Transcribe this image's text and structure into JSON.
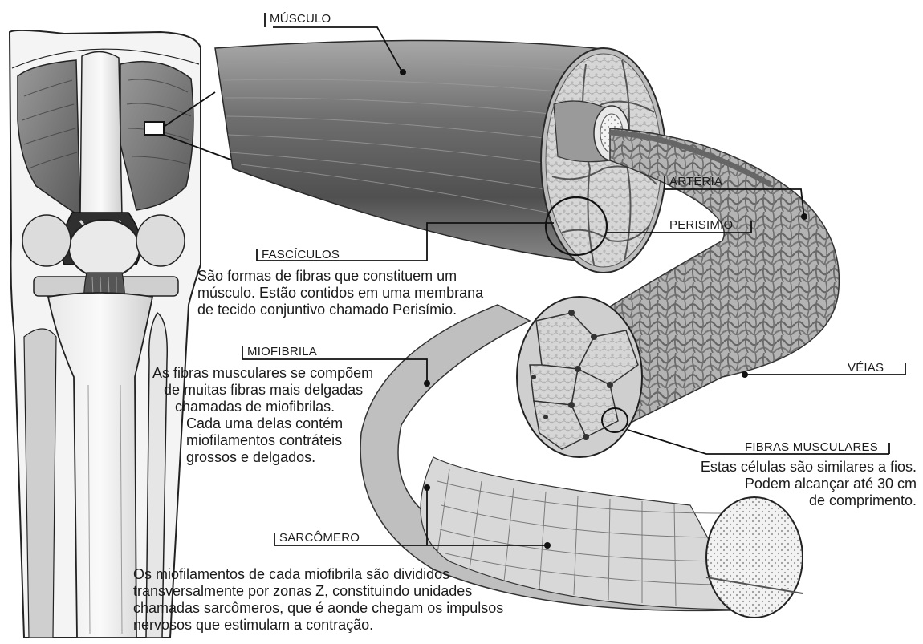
{
  "labels": {
    "musculo": "MÚSCULO",
    "arteria": "ARTÉRIA",
    "perisimio": "PERISIMIO",
    "fasciculos": "FASCÍCULOS",
    "miofibrila": "MIOFIBRILA",
    "veias": "VÉIAS",
    "fibras_musculares": "FIBRAS MUSCULARES",
    "sarcomero": "SARCÔMERO"
  },
  "descriptions": {
    "fasciculos": [
      "São formas de fibras que constituem um",
      "músculo. Estão contidos em uma membrana",
      "de tecido conjuntivo chamado Perisímio."
    ],
    "miofibrila": [
      "As fibras musculares se compõem",
      "de muitas fibras mais delgadas",
      "chamadas de miofibrilas.",
      "Cada uma delas contém",
      "miofilamentos contráteis",
      "grossos e delgados."
    ],
    "fibras_musculares": [
      "Estas células são similares a fios.",
      "Podem alcançar até 30 cm",
      "de comprimento."
    ],
    "sarcomero": [
      "Os miofilamentos de cada miofibrila são divididos",
      "transversalmente por zonas Z, constituindo unidades",
      "chamadas sarcômeros, que é aonde chegam os impulsos",
      "nervosos que estimulam a contração."
    ]
  }
}
